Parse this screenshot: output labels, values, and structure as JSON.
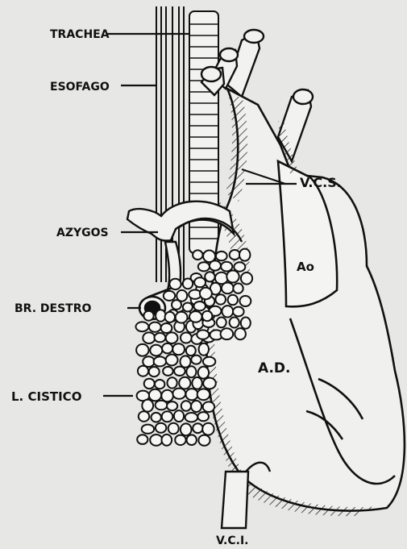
{
  "labels": {
    "trachea": "TRACHEA",
    "esofago": "ESOFAGO",
    "vcs": "V.C.S.",
    "azygos": "AZYGOS",
    "ao": "Ao",
    "br_destro": "BR. DESTRO",
    "ad": "A.D.",
    "l_cistico": "L. CISTICO",
    "vci": "V.C.I."
  },
  "colors": {
    "paper": "#e7e7e5",
    "ink": "#111111"
  }
}
